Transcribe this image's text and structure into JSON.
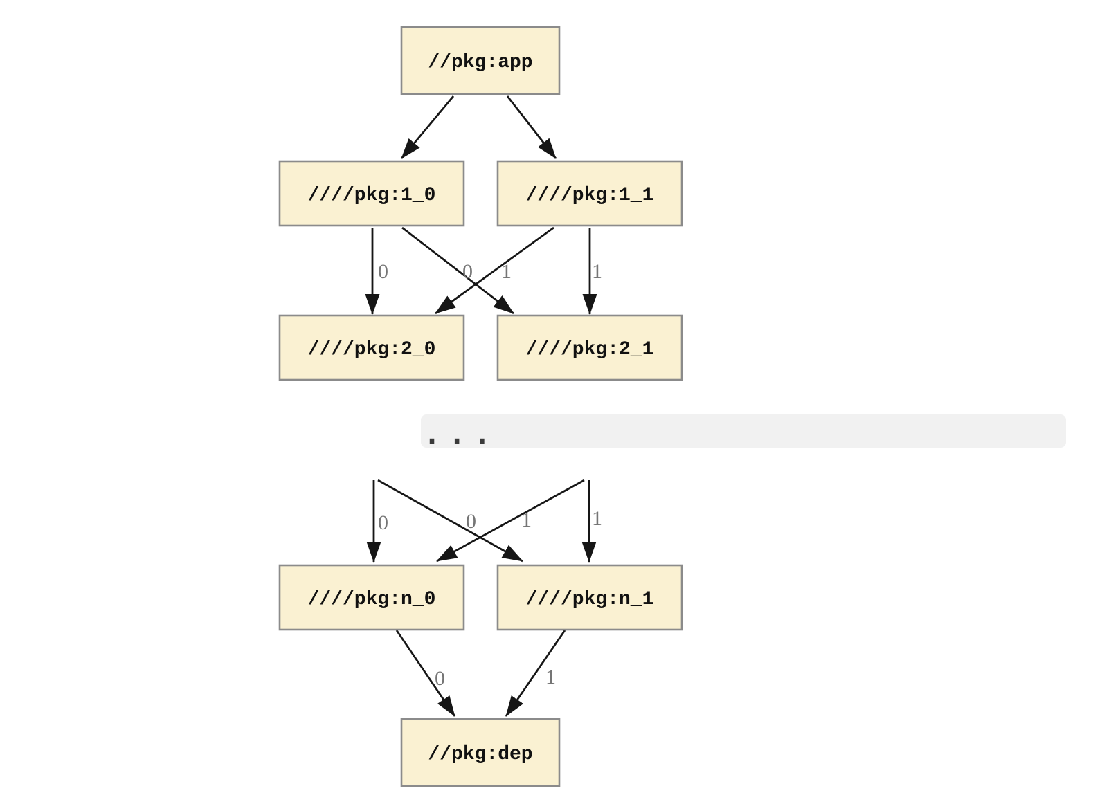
{
  "graph": {
    "nodes": {
      "app": "//pkg:app",
      "level1_0": "////pkg:1_0",
      "level1_1": "////pkg:1_1",
      "level2_0": "////pkg:2_0",
      "level2_1": "////pkg:2_1",
      "leveln_0": "////pkg:n_0",
      "leveln_1": "////pkg:n_1",
      "dep": "//pkg:dep"
    },
    "edge_labels": {
      "e1_0_to_2_0": "0",
      "e1_1_to_2_0": "0",
      "e1_0_to_2_1": "1",
      "e1_1_to_2_1": "1",
      "eup_to_n_0_a": "0",
      "eup_to_n_0_b": "0",
      "eup_to_n_1_a": "1",
      "eup_to_n_1_b": "1",
      "en_0_to_dep": "0",
      "en_1_to_dep": "1"
    },
    "truncation": {
      "ellipsis": ". . ."
    },
    "colors": {
      "node_fill": "#faf1d2",
      "node_border": "#8b8b8b",
      "edge": "#161616",
      "edge_label": "#757575",
      "band": "#f1f1f1",
      "background": "#ffffff"
    }
  }
}
